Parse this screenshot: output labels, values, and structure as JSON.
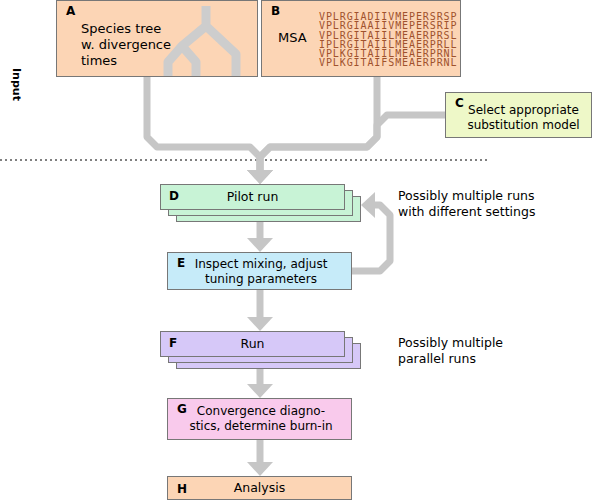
{
  "diagram": {
    "nodes": [
      {
        "text": [
          "A",
          "Species tree w. divergence times"
        ]
      },
      {
        "text": [
          "B",
          "MSA",
          "VPLRGIADIIVMEPERSRSP VPLRGIAAIIVMEPERSRIP VPLRGITAIILMEAERPRSL IPLRGITAIILMEAERPRLL VPLKGITAIILMEAERPRNL VPLKGITAIFSMEAERPRNL"
        ]
      },
      {
        "text": [
          "C",
          "Select appropriate substitution model"
        ]
      },
      {
        "text": [
          "D",
          "Pilot run"
        ]
      },
      {
        "text": [
          "E",
          "Inspect mixing, adjust tuning parameters"
        ]
      },
      {
        "text": [
          "F",
          "Run"
        ]
      },
      {
        "text": [
          "G",
          "Convergence diagno- stics, determine burn-in"
        ]
      },
      {
        "text": [
          "H",
          "Analysis"
        ]
      }
    ],
    "edges": [
      {
        "from": 0,
        "to": 3,
        "arrow": "to"
      },
      {
        "from": 1,
        "to": 3,
        "arrow": "to"
      },
      {
        "from": 2,
        "to": 3,
        "arrow": "to"
      },
      {
        "from": 3,
        "to": 4,
        "arrow": "to"
      },
      {
        "from": 4,
        "to": 3,
        "arrow": "to"
      },
      {
        "from": 4,
        "to": 5,
        "arrow": "to"
      },
      {
        "from": 5,
        "to": 6,
        "arrow": "to"
      },
      {
        "from": 6,
        "to": 7,
        "arrow": "to"
      }
    ],
    "labels": [
      "Input",
      "Possibly multiple runs with different settings",
      "Possibly multiple parallel runs"
    ]
  }
}
